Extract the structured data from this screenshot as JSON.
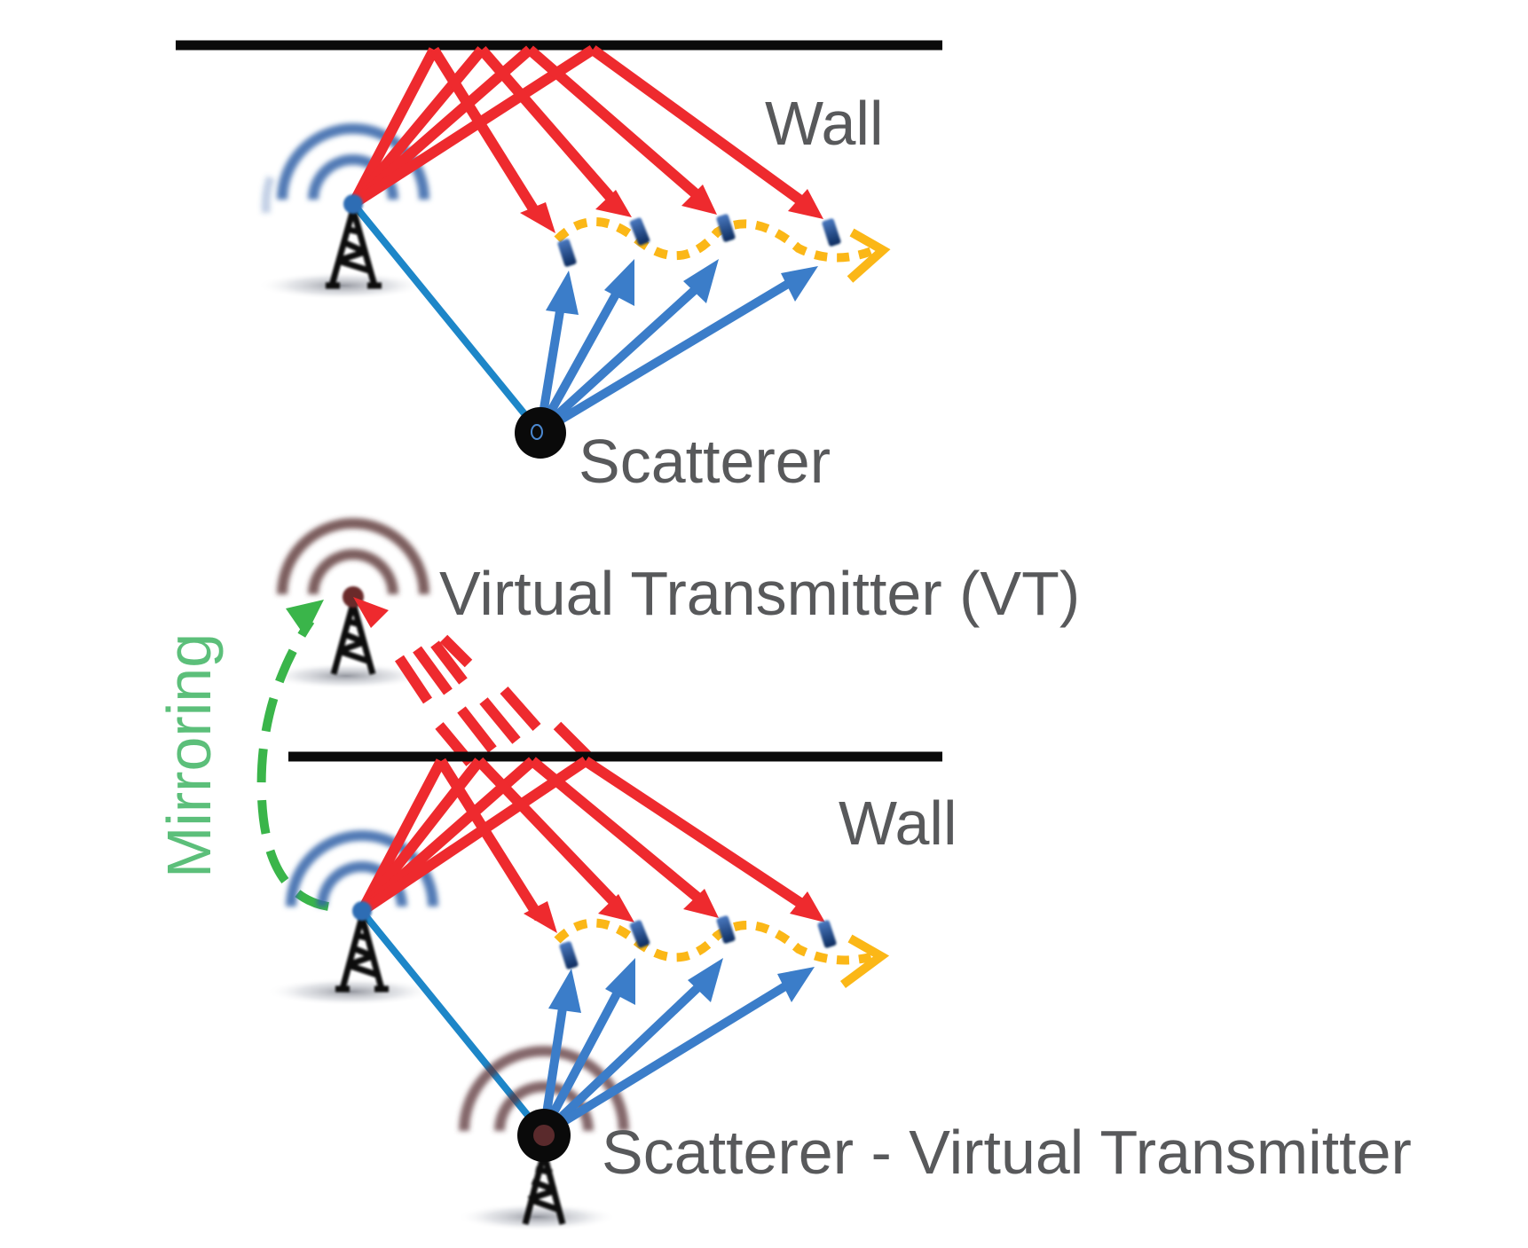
{
  "labels": {
    "wall_top": "Wall",
    "scatterer": "Scatterer",
    "virtual_transmitter": "Virtual Transmitter (VT)",
    "mirroring": "Mirroring",
    "wall_bottom": "Wall",
    "scatterer_vt": "Scatterer - Virtual Transmitter"
  },
  "colors": {
    "wall": "#0a0a0a",
    "reflected_path": "#ee2a2e",
    "scatter_path": "#3b7dc9",
    "los_path": "#1d86c8",
    "trajectory": "#fbb717",
    "mirroring_arrow": "#3ab54a",
    "mirroring_text": "#5cbf7a",
    "label_text": "#58595b",
    "tx_waves": "#2f5ea6",
    "vt_waves": "#5a3335",
    "receiver": "#1f4d91"
  },
  "icons": {
    "transmitter": "radio-tower-icon",
    "virtual_transmitter": "radio-tower-icon",
    "scatterer": "scatterer-icon",
    "receiver": "mobile-receiver-icon"
  },
  "panels": [
    {
      "name": "top-scenario",
      "receiver_count": 4
    },
    {
      "name": "bottom-scenario",
      "receiver_count": 4
    }
  ]
}
